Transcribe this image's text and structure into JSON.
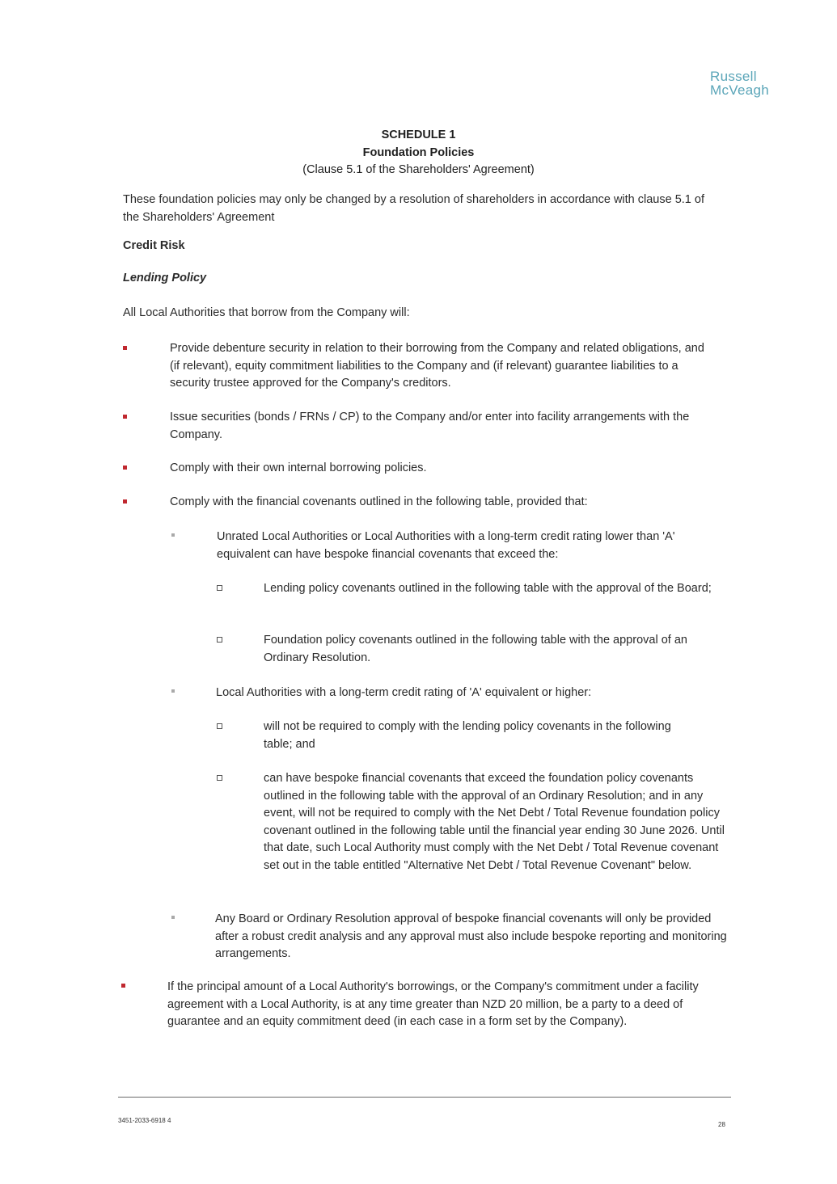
{
  "logo": {
    "line1": "Russell",
    "line2": "McVeagh"
  },
  "schedule": {
    "title": "SCHEDULE 1",
    "subtitle": "Foundation Policies",
    "clause_ref": "(Clause 5.1 of the Shareholders' Agreement)"
  },
  "intro": "These foundation policies may only be changed by a resolution of shareholders in accordance with clause 5.1 of the Shareholders' Agreement",
  "section_heading": "Credit Risk",
  "subsection_heading": "Lending Policy",
  "lead_in": "All Local Authorities that borrow from the Company will:",
  "bullets": [
    "Provide debenture security in relation to their borrowing from the Company and related obligations, and (if relevant), equity commitment liabilities to the Company and (if relevant) guarantee liabilities to a security trustee approved for the Company's creditors.",
    "Issue securities (bonds / FRNs / CP) to the Company and/or enter into facility arrangements with the Company.",
    "Comply with their own internal borrowing policies.",
    "Comply with the financial covenants outlined in the following table, provided that:"
  ],
  "sub_bullets": [
    "Unrated Local Authorities or Local Authorities with a long-term credit rating lower than 'A' equivalent can have bespoke financial covenants that exceed the:",
    "Local Authorities with a long-term credit rating of 'A' equivalent or higher:",
    "Any Board or Ordinary Resolution approval of bespoke financial covenants will only be provided after a robust credit analysis and any approval must also include bespoke reporting and monitoring arrangements."
  ],
  "sub_sub_bullets_a": [
    "Lending policy covenants outlined in the following table with the approval of the Board;",
    "Foundation policy covenants outlined in the following table with the approval of an Ordinary Resolution."
  ],
  "sub_sub_bullets_b": [
    "will not be required to comply with the lending policy covenants in the following table; and",
    "can have bespoke financial covenants that exceed the foundation policy covenants outlined in the following table with the approval of an Ordinary Resolution; and in any event, will not be required to comply with the Net Debt / Total Revenue foundation policy covenant outlined in the following table until the financial year ending 30 June 2026. Until that date, such Local Authority must comply with the Net Debt / Total Revenue covenant set out in the table entitled \"Alternative Net Debt / Total Revenue Covenant\" below."
  ],
  "final_bullet": "If the principal amount of a Local Authority's borrowings, or the Company's commitment under a facility agreement with a Local Authority, is at any time greater than NZD 20 million, be a party to a deed of guarantee and an equity commitment deed (in each case in a form set by the Company).",
  "footer": {
    "doc_ref": "3451-2033-6918 4",
    "page_number": "28"
  }
}
